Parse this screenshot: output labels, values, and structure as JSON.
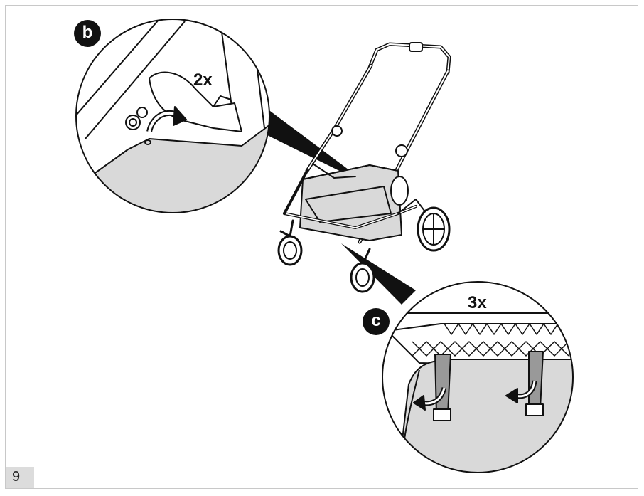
{
  "page": {
    "number": "9"
  },
  "steps": [
    {
      "badge": "b",
      "count": "2x"
    },
    {
      "badge": "c",
      "count": "3x"
    }
  ],
  "colors": {
    "fabric": "#d9d9d9",
    "line": "#111111",
    "badge_bg": "#111111",
    "page_tab": "#dcdcdc"
  }
}
